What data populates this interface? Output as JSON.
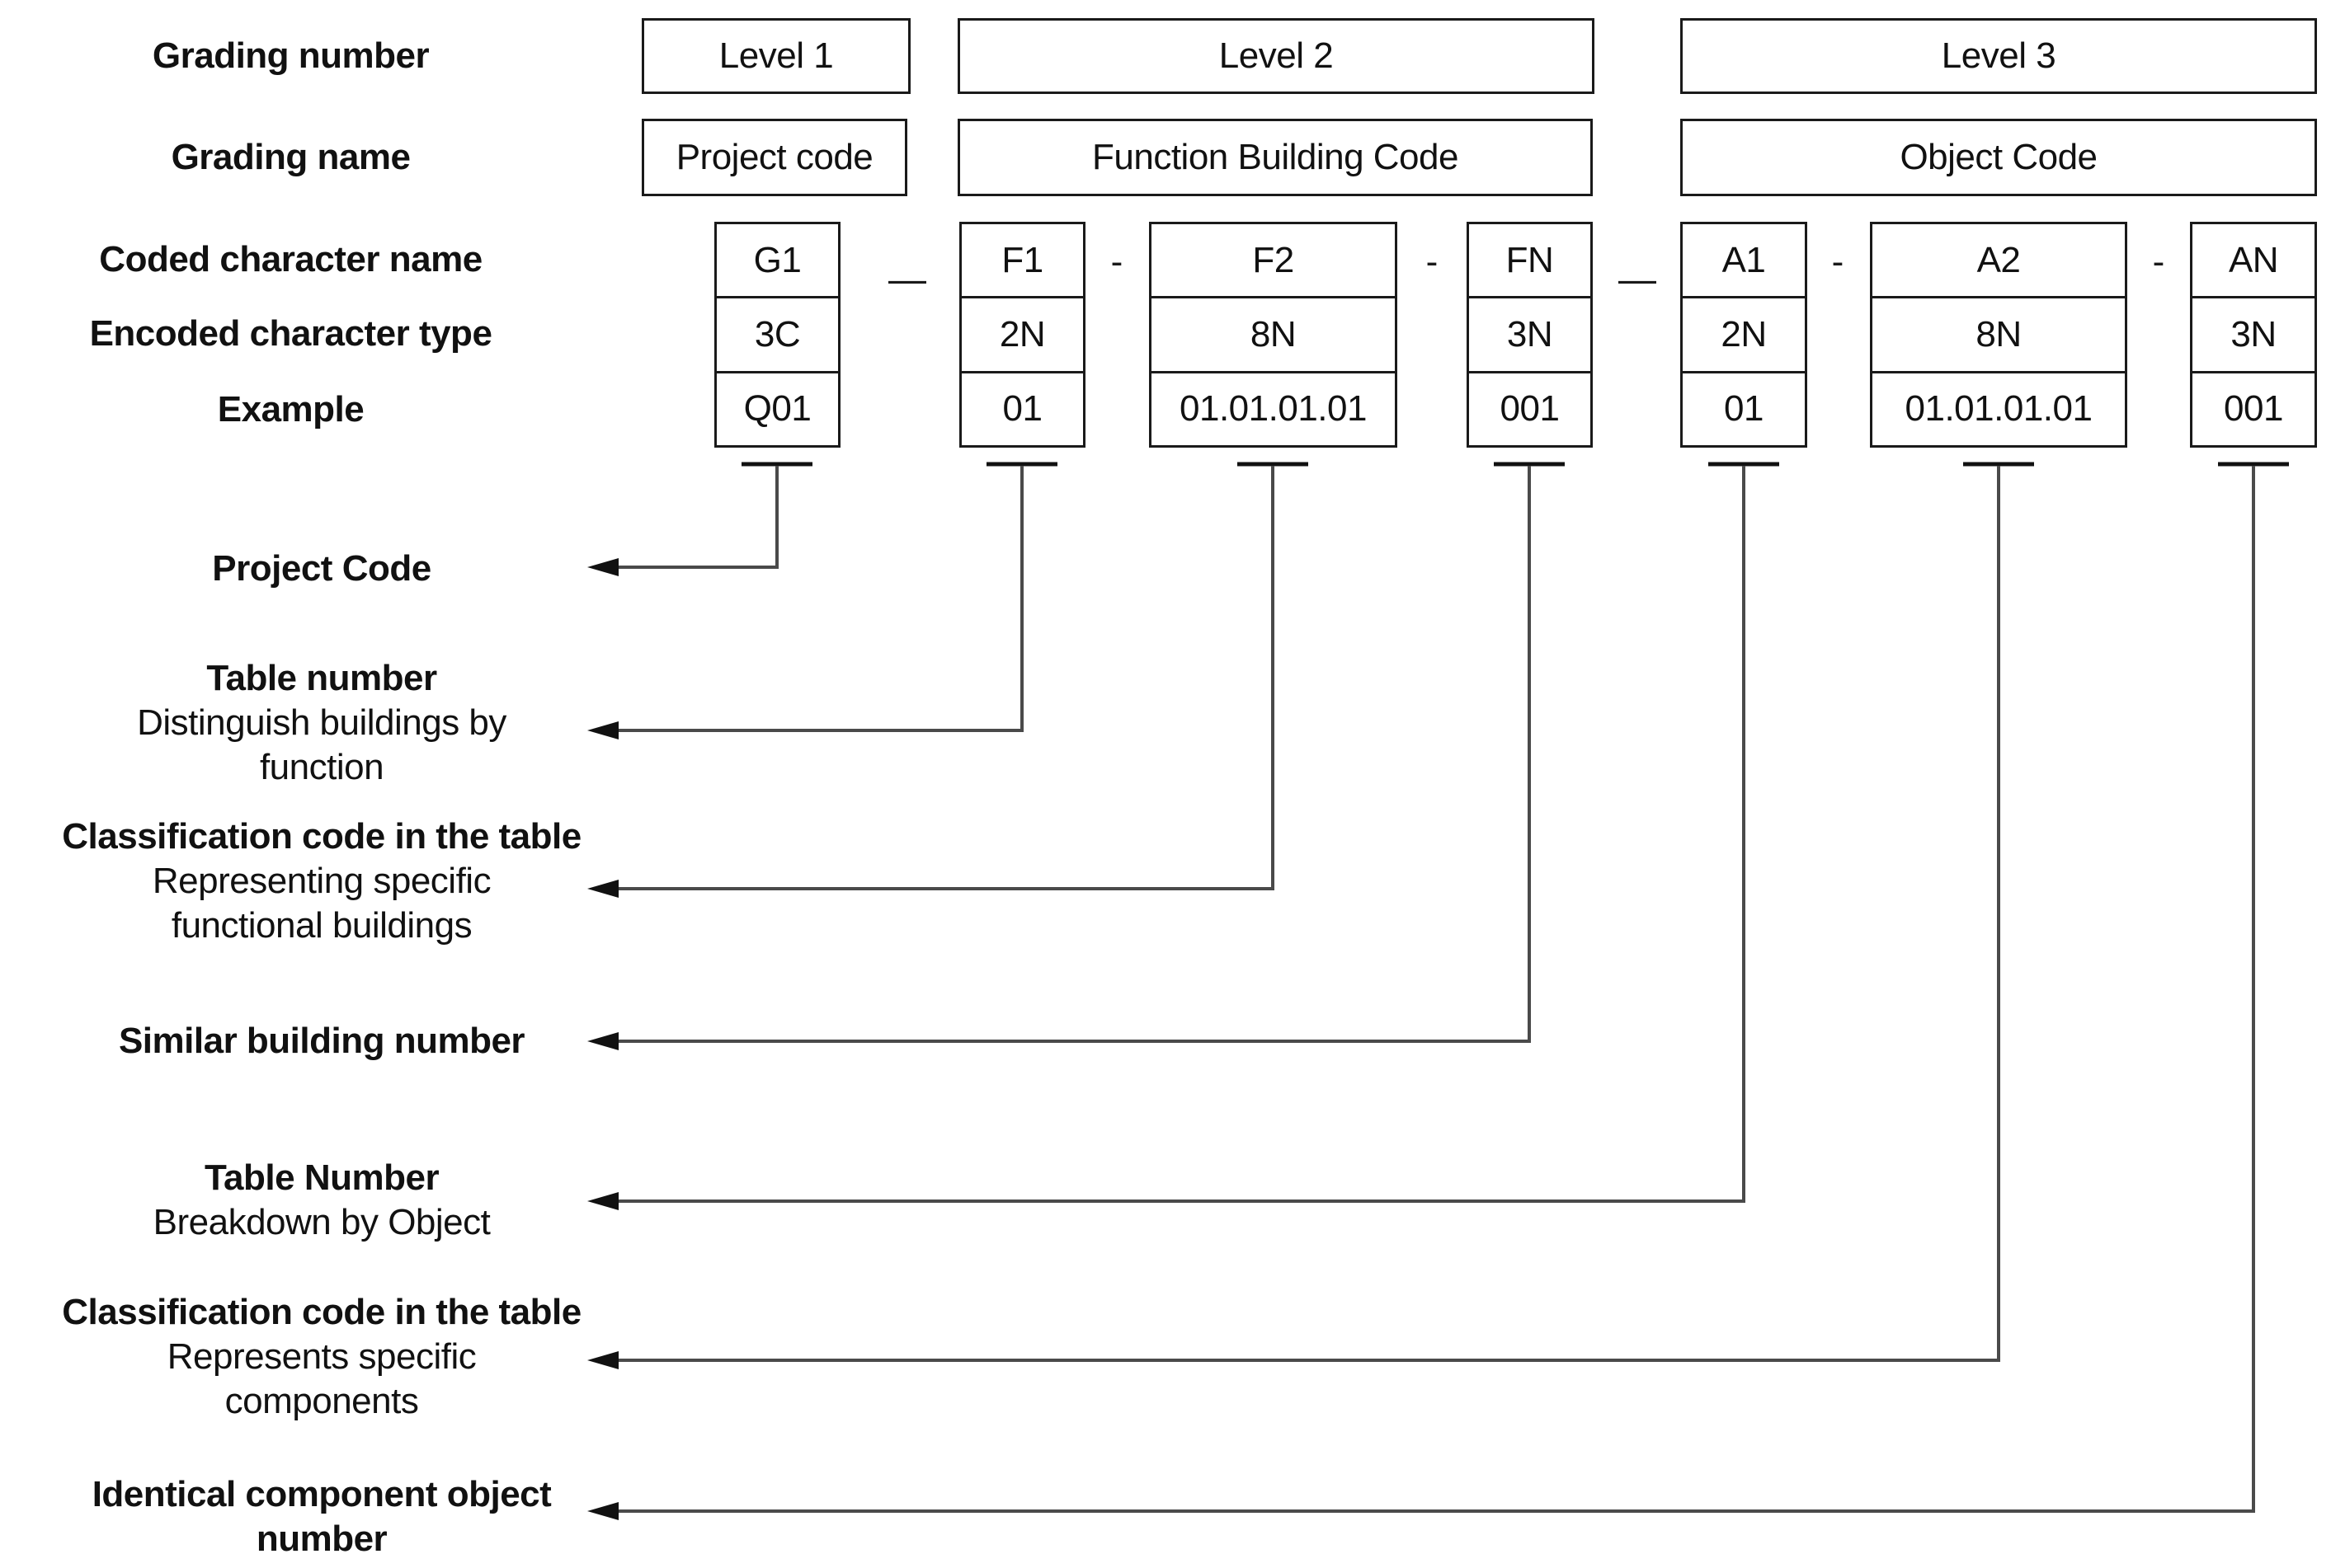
{
  "diagram": {
    "background": "#ffffff",
    "text_color": "#111111",
    "border_color": "#1a1a1a",
    "connector_color": "#4a4a4a",
    "arrowhead_color": "#111111"
  },
  "row_labels": {
    "grading_number": "Grading number",
    "grading_name": "Grading name",
    "coded_character_name": "Coded character name",
    "encoded_character_type": "Encoded character type",
    "example": "Example"
  },
  "levels": [
    {
      "number": "Level 1",
      "name": "Project code"
    },
    {
      "number": "Level 2",
      "name": "Function Building Code"
    },
    {
      "number": "Level 3",
      "name": "Object Code"
    }
  ],
  "segments": [
    {
      "code": "G1",
      "type": "3C",
      "example": "Q01"
    },
    {
      "code": "F1",
      "type": "2N",
      "example": "01"
    },
    {
      "code": "F2",
      "type": "8N",
      "example": "01.01.01.01"
    },
    {
      "code": "FN",
      "type": "3N",
      "example": "001"
    },
    {
      "code": "A1",
      "type": "2N",
      "example": "01"
    },
    {
      "code": "A2",
      "type": "8N",
      "example": "01.01.01.01"
    },
    {
      "code": "AN",
      "type": "3N",
      "example": "001"
    }
  ],
  "separators": [
    "—",
    "-",
    "-",
    "—",
    "-",
    "-"
  ],
  "annotations": [
    {
      "bold_lines": [
        "Project Code"
      ],
      "normal_lines": []
    },
    {
      "bold_lines": [
        "Table number"
      ],
      "normal_lines": [
        "Distinguish buildings by",
        "function"
      ]
    },
    {
      "bold_lines": [
        "Classification code in the table"
      ],
      "normal_lines": [
        "Representing specific",
        "functional buildings"
      ]
    },
    {
      "bold_lines": [
        "Similar building number"
      ],
      "normal_lines": []
    },
    {
      "bold_lines": [
        "Table Number"
      ],
      "normal_lines": [
        "Breakdown by Object"
      ]
    },
    {
      "bold_lines": [
        "Classification code in the table"
      ],
      "normal_lines": [
        "Represents specific",
        "components"
      ]
    },
    {
      "bold_lines": [
        "Identical component object",
        "number"
      ],
      "normal_lines": []
    }
  ]
}
